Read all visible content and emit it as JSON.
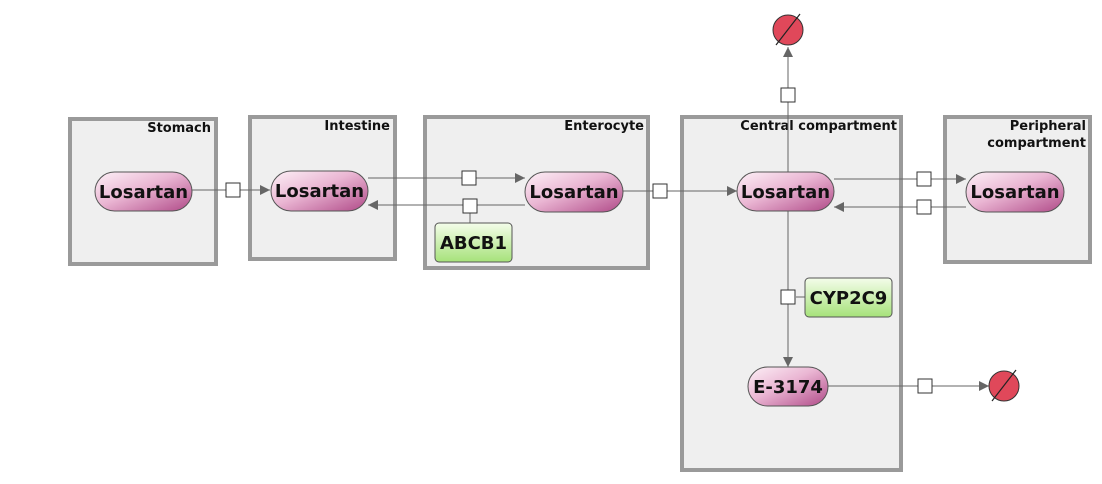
{
  "compartments": {
    "stomach": "Stomach",
    "intestine": "Intestine",
    "enterocyte": "Enterocyte",
    "central": "Central compartment",
    "peripheral_line1": "Peripheral",
    "peripheral_line2": "compartment"
  },
  "species": {
    "losartan_stomach": "Losartan",
    "losartan_intestine": "Losartan",
    "losartan_enterocyte": "Losartan",
    "losartan_central": "Losartan",
    "losartan_peripheral": "Losartan",
    "e3174": "E-3174"
  },
  "enzymes": {
    "abcb1": "ABCB1",
    "cyp2c9": "CYP2C9"
  },
  "colors": {
    "compartment_fill": "#efefef",
    "compartment_border": "#9a9a9a",
    "species_light": "#fbe8f2",
    "species_dark": "#b24e8c",
    "enzyme_light": "#f3fde7",
    "enzyme_dark": "#a9e57f",
    "sink_fill": "#e0485a",
    "edge": "#666666"
  }
}
